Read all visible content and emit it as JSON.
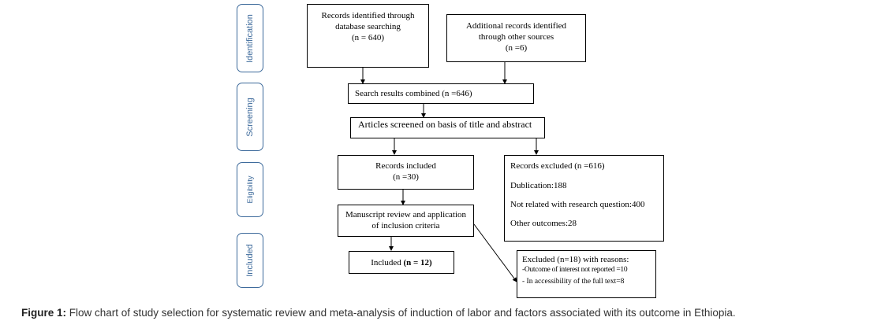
{
  "stages": {
    "identification": "Identification",
    "screening": "Screening",
    "eligibility": "Eligibility",
    "included": "Included"
  },
  "boxes": {
    "db_search": {
      "line1": "Records identified through",
      "line2": "database searching",
      "line3": "(n = 640)"
    },
    "other_sources": {
      "line1": "Additional records identified",
      "line2": "through other sources",
      "line3": "(n =6)"
    },
    "combined": {
      "text": "Search results combined (n =646)"
    },
    "screened": {
      "text": "Articles screened on basis of title and abstract"
    },
    "records_included": {
      "line1": "Records included",
      "line2": "(n =30)"
    },
    "records_excluded": {
      "title": "Records excluded (n =616)",
      "item1": "Dublication:188",
      "item2": "Not related with research question:400",
      "item3": "Other outcomes:28"
    },
    "manuscript_review": {
      "line1": "Manuscript review and application",
      "line2": "of inclusion criteria"
    },
    "final_included": {
      "label": "Included ",
      "count": "(n = 12)"
    },
    "excluded_reasons": {
      "title": "Excluded (n=18) with reasons:",
      "item1": "-Outcome of interest not reported =10",
      "item2": "- In accessibility of the full text=8"
    }
  },
  "caption": {
    "label": "Figure 1:",
    "text": " Flow chart of study selection for systematic review and meta-analysis of induction of labor and factors associated with its outcome in Ethiopia."
  }
}
